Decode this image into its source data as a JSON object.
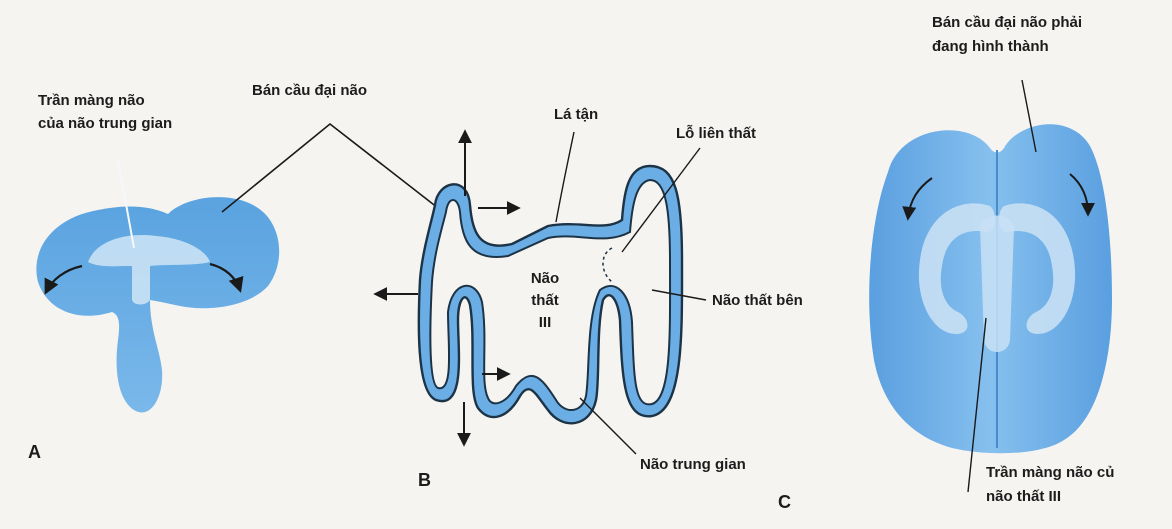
{
  "panels": {
    "a": {
      "letter": "A",
      "label_roof": [
        "Trần màng não",
        "của não trung gian"
      ],
      "label_hemisphere": "Bán cầu đại não"
    },
    "b": {
      "letter": "B",
      "label_lamina": "Lá tận",
      "label_foramen": "Lỗ liên thất",
      "label_ventricle": [
        "Não",
        "thất",
        "III"
      ],
      "label_lateral_ventricle": "Não thất bên",
      "label_diencephalon": "Não trung gian"
    },
    "c": {
      "letter": "C",
      "label_right_hemisphere": [
        "Bán cầu đại não phải",
        "đang hình thành"
      ],
      "label_roof_third": [
        "Trần màng não củ",
        "não thất III"
      ]
    }
  },
  "colors": {
    "tissue": "#6aaee5",
    "tissue_light": "#a8d0f2",
    "tissue_pale": "#d6e9f7",
    "outline": "#1d3346",
    "background": "#f6f4f1"
  }
}
